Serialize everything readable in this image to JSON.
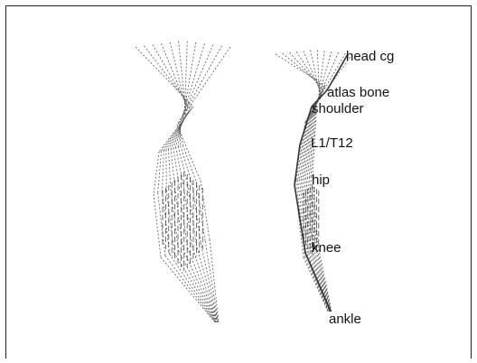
{
  "labels": {
    "head_cg": "head cg",
    "atlas_bone": "atlas bone",
    "shoulder": "shoulder",
    "l1_t12": "L1/T12",
    "hip": "hip",
    "knee": "knee",
    "ankle": "ankle"
  },
  "colors": {
    "stroke": "#555555",
    "stroke_dark": "#333333",
    "border": "#222222",
    "text": "#111111"
  }
}
